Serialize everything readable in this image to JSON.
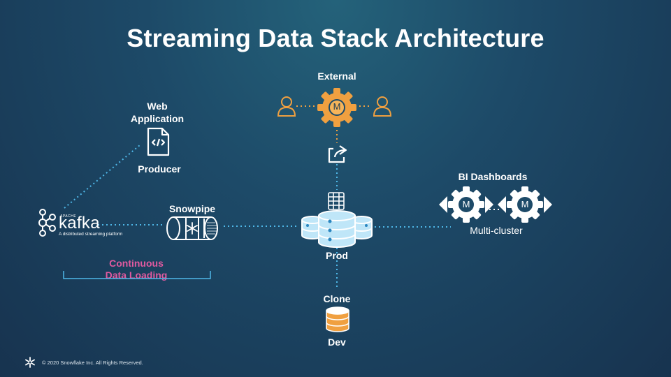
{
  "title": "Streaming Data Stack Architecture",
  "nodes": {
    "external": "External",
    "web_application_line1": "Web",
    "web_application_line2": "Application",
    "producer": "Producer",
    "snowpipe": "Snowpipe",
    "bi_dashboards": "BI Dashboards",
    "multi_cluster": "Multi-cluster",
    "prod": "Prod",
    "clone": "Clone",
    "dev": "Dev"
  },
  "kafka": {
    "apache": "APACHE",
    "name": "kafka",
    "tagline": "A distributed streaming platform"
  },
  "continuous_loading": {
    "line1": "Continuous",
    "line2": "Data Loading"
  },
  "warehouse_letter": "M",
  "footer": "© 2020 Snowflake Inc. All Rights Reserved.",
  "colors": {
    "accent_orange": "#f0a040",
    "dotted_line": "#4fb8e8",
    "pink": "#e05aa0",
    "cylinder_blue": "#bfe6f8"
  }
}
